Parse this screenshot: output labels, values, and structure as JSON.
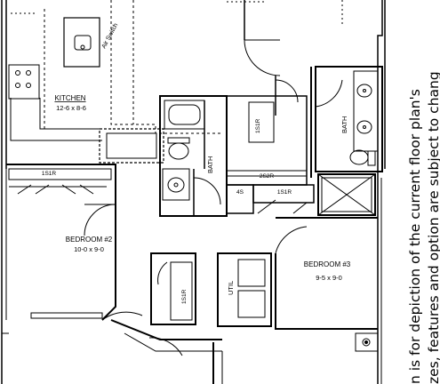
{
  "rooms": {
    "kitchen": {
      "name": "KITCHEN",
      "dims": "12-6 x 8-6",
      "note": "Air Switch"
    },
    "bedroom2": {
      "name": "BEDROOM #2",
      "dims": "10-0 x 9-0"
    },
    "bedroom3": {
      "name": "BEDROOM #3",
      "dims": "9-5 x 9-0"
    },
    "bath_left": {
      "name": "BATH"
    },
    "bath_right": {
      "name": "BATH"
    },
    "util": {
      "name": "UTIL"
    }
  },
  "shelf_labels": {
    "bed2_shelf": "1S1R",
    "bath_closet": "1S1R",
    "hall_2s2r": "2S2R",
    "linen_4s": "4S",
    "hall_1s1r": "1S1R",
    "util_closet": "1S1R"
  },
  "side_text": {
    "line1": "n is for depiction of the current floor plan's",
    "line2": "zes, features and option are subject to chang"
  }
}
